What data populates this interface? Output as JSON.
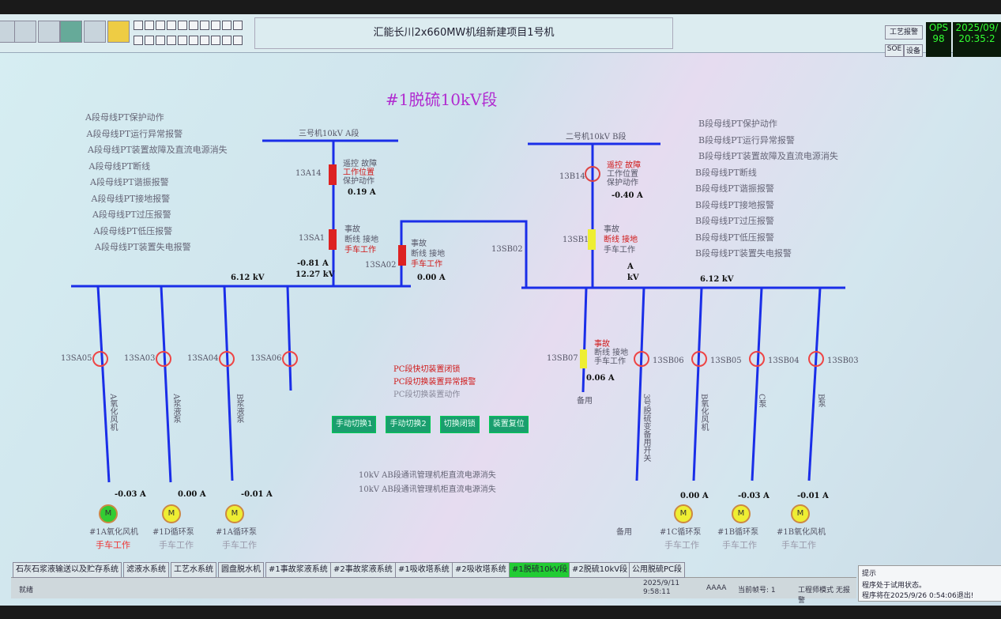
{
  "header": {
    "title": "汇能长川2x660MW机组新建项目1号机",
    "btn_process": "工艺报警",
    "btn_soe": "SOE",
    "btn_device": "设备",
    "ops_label": "OPS",
    "ops_num": "98",
    "date": "2025/09/",
    "time": "20:35:2"
  },
  "page_title": "#1脱硫10kV段",
  "left_alarms": [
    "A段母线PT保护动作",
    "A段母线PT运行异常报警",
    "A段母线PT装置故障及直流电源消失",
    "A段母线PT断线",
    "A段母线PT谐振报警",
    "A段母线PT接地报警",
    "A段母线PT过压报警",
    "A段母线PT低压报警",
    "A段母线PT装置失电报警"
  ],
  "right_alarms": [
    "B段母线PT保护动作",
    "B段母线PT运行异常报警",
    "B段母线PT装置故障及直流电源消失",
    "B段母线PT断线",
    "B段母线PT谐振报警",
    "B段母线PT接地报警",
    "B段母线PT过压报警",
    "B段母线PT低压报警",
    "B段母线PT装置失电报警"
  ],
  "bus_a": {
    "source_label": "三号机10kV A段",
    "voltage": "6.12 kV",
    "b1_name": "13A14",
    "b1_status": [
      "遥控 故障",
      "工作位置",
      "保护动作"
    ],
    "b1_current": "0.19 A",
    "b2_name": "13SA1",
    "b2_status": [
      "事故",
      "断线 接地",
      "手车工作"
    ],
    "b2_current": "-0.81 A",
    "b2_voltage": "12.27 kV"
  },
  "tie": {
    "a_name": "13SA02",
    "a_status": [
      "事故",
      "断线 接地",
      "手车工作"
    ],
    "a_current": "0.00 A",
    "b_name": "13SB02"
  },
  "bus_b": {
    "source_label": "二号机10kV B段",
    "voltage": "6.12 kV",
    "b1_name": "13B14",
    "b1_status": [
      "遥控 故障",
      "工作位置",
      "保护动作"
    ],
    "b1_current": "-0.40 A",
    "b2_name": "13SB1",
    "b2_status": [
      "事故",
      "断线 接地",
      "手车工作"
    ],
    "b2_current_unit": "A",
    "b2_voltage_unit": "kV"
  },
  "feeders_a": [
    {
      "name": "13SA05",
      "load": "A氧化风机",
      "current": "-0.03 A",
      "motor": "#1A氧化风机",
      "state": "手车工作",
      "color": "#3c3"
    },
    {
      "name": "13SA03",
      "load": "A浆液泵",
      "current": "0.00 A",
      "motor": "#1D循环泵",
      "state": "手车工作",
      "color": "#ee3"
    },
    {
      "name": "13SA04",
      "load": "B浆液泵",
      "current": "-0.01 A",
      "motor": "#1A循环泵",
      "state": "手车工作",
      "color": "#ee3"
    },
    {
      "name": "13SA06"
    }
  ],
  "feeders_b": [
    {
      "name": "13SB07",
      "load": "备用",
      "current": "0.06 A",
      "status": [
        "事故",
        "断线 接地",
        "手车工作"
      ]
    },
    {
      "name": "13SB06",
      "load": "3号脱硫变备用开关",
      "motor": "备用"
    },
    {
      "name": "13SB05",
      "load": "B氧化风机",
      "current": "0.00 A",
      "motor": "#1C循环泵",
      "state": "手车工作",
      "color": "#ee3"
    },
    {
      "name": "13SB04",
      "load": "C泵",
      "current": "-0.03 A",
      "motor": "#1B循环泵",
      "state": "手车工作",
      "color": "#ee3"
    },
    {
      "name": "13SB03",
      "load": "B泵",
      "current": "-0.01 A",
      "motor": "#1B氧化风机",
      "state": "手车工作",
      "color": "#ee3"
    }
  ],
  "center_alarms": [
    "PC段快切装置闭锁",
    "PC段切换装置异常报警",
    "PC段切换装置动作"
  ],
  "center_buttons": [
    "手动切换1",
    "手动切换2",
    "切换闭锁",
    "装置复位"
  ],
  "comm_alarms": [
    "10kV AB段通讯管理机柜直流电源消失",
    "10kV AB段通讯管理机柜直流电源消失"
  ],
  "tabs": [
    "石灰石浆液输送以及贮存系统",
    "滤液水系统",
    "工艺水系统",
    "圆盘脱水机",
    "#1事故浆液系统",
    "#2事故浆液系统",
    "#1吸收塔系统",
    "#2吸收塔系统",
    "#1脱硫10kV段",
    "#2脱硫10kV段",
    "公用脱硫PC段"
  ],
  "status": {
    "ready": "就绪",
    "date": "2025/9/11",
    "time": "9:58:11",
    "user": "AAAA",
    "frame": "当前帧号: 1",
    "mode": "工程师模式 无报警"
  },
  "popup": {
    "title": "提示",
    "line1": "程序处于试用状态。",
    "line2": "程序将在2025/9/26 0:54:06退出!"
  },
  "colors": {
    "bus": "#1a2ee8",
    "active_tab": "#22cc33",
    "button": "#1a9e6e"
  }
}
